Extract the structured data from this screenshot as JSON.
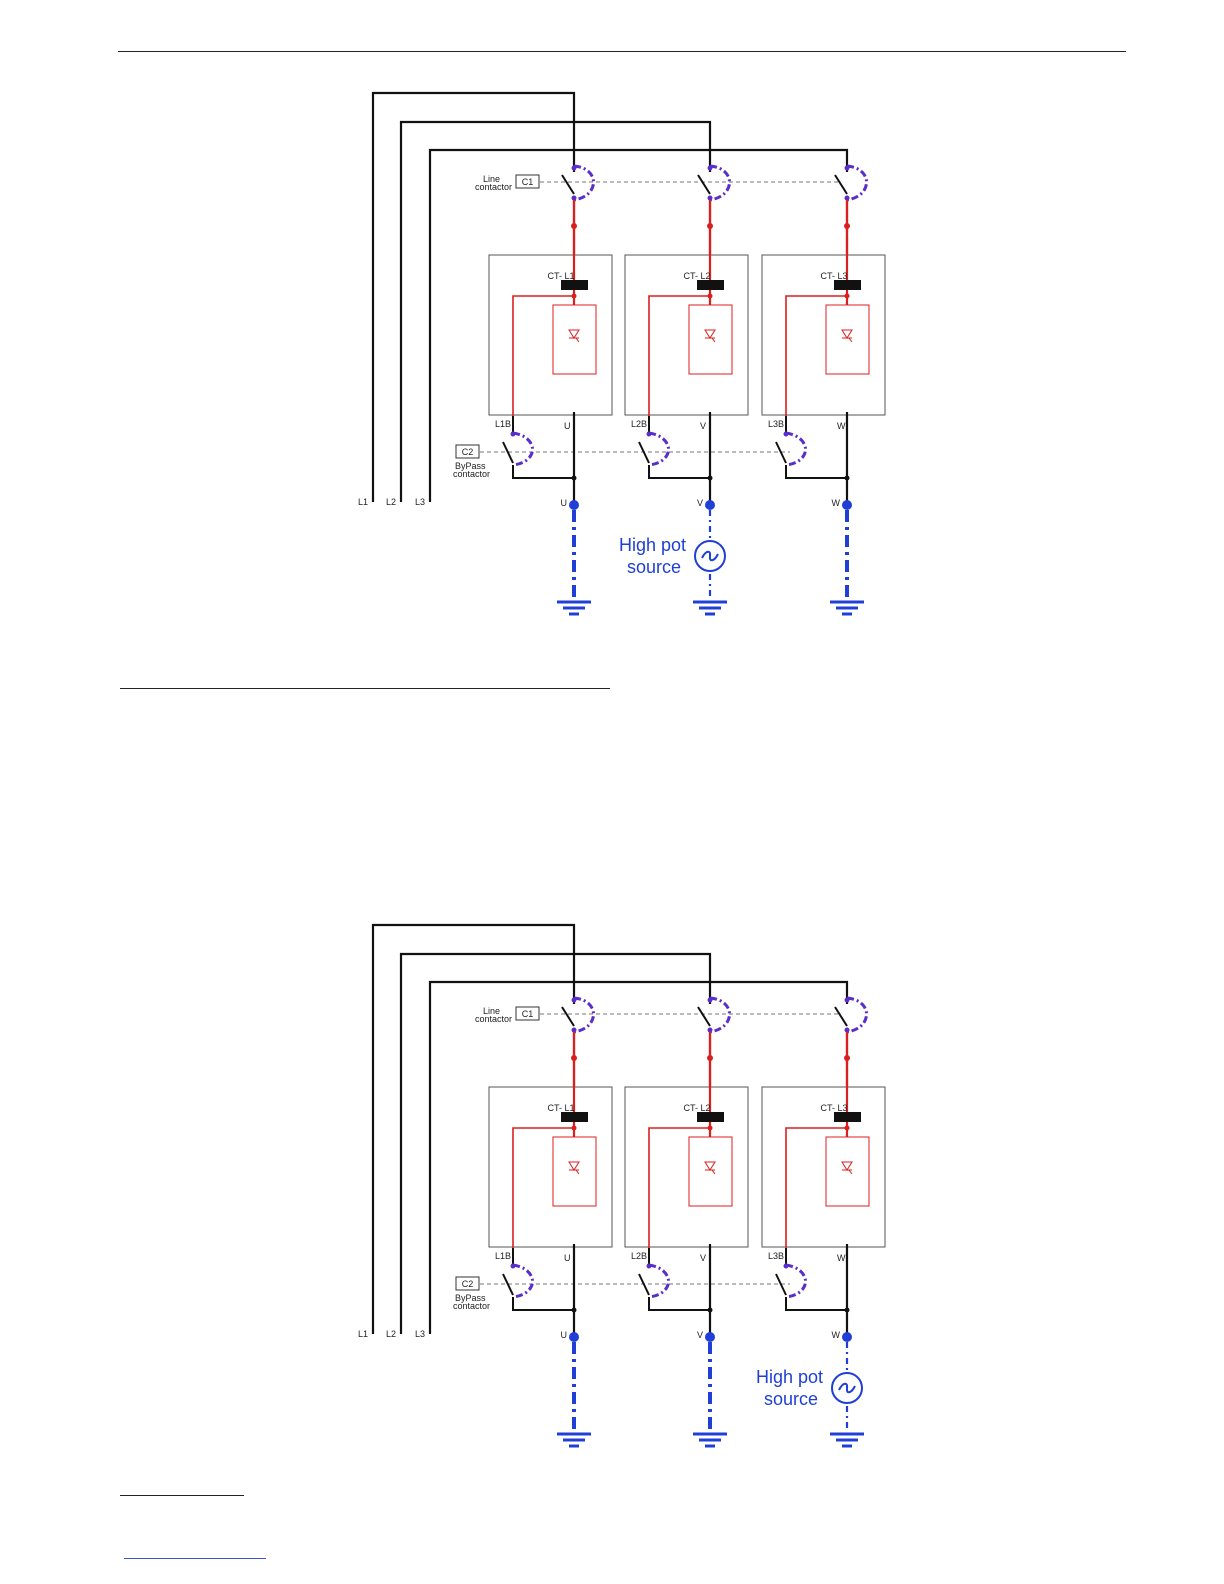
{
  "diagrams": [
    {
      "labels": {
        "line_contactor": [
          "Line",
          "contactor"
        ],
        "c1": "C1",
        "c2": "C2",
        "bypass_contactor": [
          "ByPass",
          "contactor"
        ],
        "ct": [
          "CT- L1",
          "CT- L2",
          "CT- L3"
        ],
        "bypass_terminals": [
          "L1B",
          "L2B",
          "L3B"
        ],
        "output_terminals": [
          "U",
          "V",
          "W"
        ],
        "output_points": [
          "U",
          "V",
          "W"
        ],
        "lines": [
          "L1",
          "L2",
          "L3"
        ],
        "source": [
          "High pot",
          "source"
        ]
      },
      "source_phase": 1
    },
    {
      "labels": {
        "line_contactor": [
          "Line",
          "contactor"
        ],
        "c1": "C1",
        "c2": "C2",
        "bypass_contactor": [
          "ByPass",
          "contactor"
        ],
        "ct": [
          "CT- L1",
          "CT- L2",
          "CT- L3"
        ],
        "bypass_terminals": [
          "L1B",
          "L2B",
          "L3B"
        ],
        "output_terminals": [
          "U",
          "V",
          "W"
        ],
        "output_points": [
          "U",
          "V",
          "W"
        ],
        "lines": [
          "L1",
          "L2",
          "L3"
        ],
        "source": [
          "High pot",
          "source"
        ]
      },
      "source_phase": 2
    }
  ],
  "colors": {
    "wire": "#111111",
    "power": "#dd1e1e",
    "test": "#1f3fd6",
    "actuator": "#5a2ec8",
    "box": "#555555",
    "dashed": "#777777"
  }
}
